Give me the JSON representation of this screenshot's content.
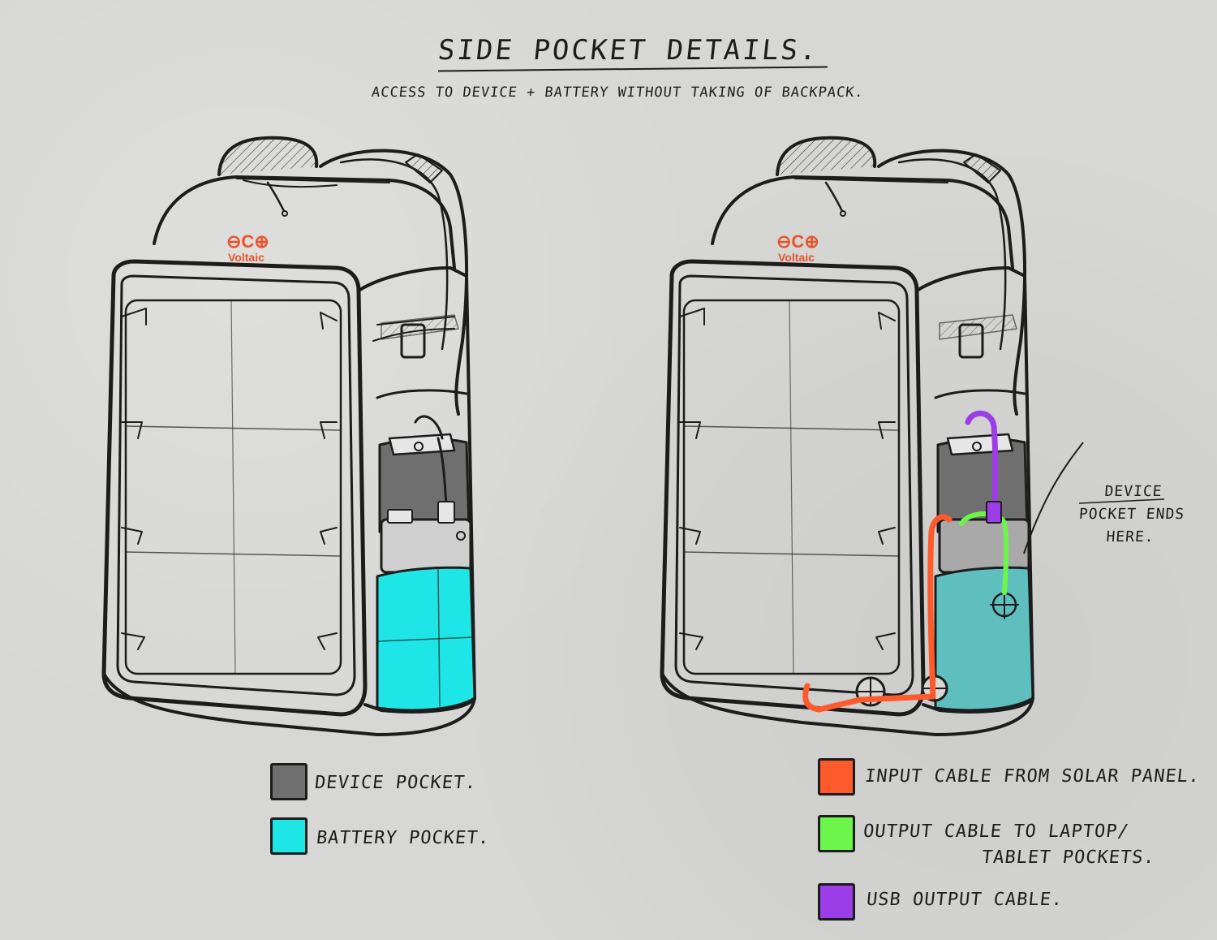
{
  "title": "SIDE POCKET DETAILS.",
  "subtitle": "ACCESS TO DEVICE + BATTERY WITHOUT TAKING OF BACKPACK.",
  "brand": {
    "logo_symbols": "⊖C⊕",
    "name": "Voltaic",
    "color": "#e8532b"
  },
  "callout": {
    "line1": "DEVICE",
    "line2": "POCKET ENDS",
    "line3": "HERE."
  },
  "legend_left": [
    {
      "label": "DEVICE POCKET.",
      "color": "#6f6f6f"
    },
    {
      "label": "BATTERY POCKET.",
      "color": "#1fe6e6"
    }
  ],
  "legend_right": [
    {
      "label": "INPUT CABLE FROM SOLAR PANEL.",
      "color": "#ff5a2c"
    },
    {
      "label": "OUTPUT CABLE TO LAPTOP/",
      "label2": "TABLET POCKETS.",
      "color": "#6cf54a"
    },
    {
      "label": "USB OUTPUT CABLE.",
      "color": "#9b3ee8"
    }
  ],
  "colors": {
    "ink": "#1c1c1c",
    "device_pocket": "#6f6f6f",
    "battery_pocket": "#1fe6e6",
    "battery_pocket_translucent": "#5fbfbf",
    "input_cable": "#ff5a2c",
    "output_cable": "#6cf54a",
    "usb_cable": "#9b3ee8"
  }
}
